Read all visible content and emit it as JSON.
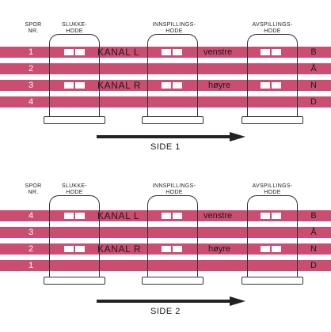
{
  "headers": {
    "track_no": [
      "SPOR",
      "NR."
    ],
    "erase_head": [
      "SLUKKE-",
      "HODE"
    ],
    "record_head": [
      "INNSPILLINGS-",
      "HODE"
    ],
    "play_head": [
      "AVSPILLINGS-",
      "HODE"
    ]
  },
  "side_letters": [
    "B",
    "Å",
    "N",
    "D"
  ],
  "side1": {
    "label": "SIDE 1",
    "tracks": [
      {
        "num": "1",
        "channel": "KANAL L",
        "dir": "venstre"
      },
      {
        "num": "2",
        "channel": "",
        "dir": ""
      },
      {
        "num": "3",
        "channel": "KANAL R",
        "dir": "høyre"
      },
      {
        "num": "4",
        "channel": "",
        "dir": ""
      }
    ]
  },
  "side2": {
    "label": "SIDE 2",
    "tracks": [
      {
        "num": "4",
        "channel": "KANAL L",
        "dir": "venstre"
      },
      {
        "num": "3",
        "channel": "",
        "dir": ""
      },
      {
        "num": "2",
        "channel": "KANAL R",
        "dir": "høyre"
      },
      {
        "num": "1",
        "channel": "",
        "dir": ""
      }
    ]
  },
  "colors": {
    "tape": "#cc4d72",
    "line": "#222222"
  }
}
